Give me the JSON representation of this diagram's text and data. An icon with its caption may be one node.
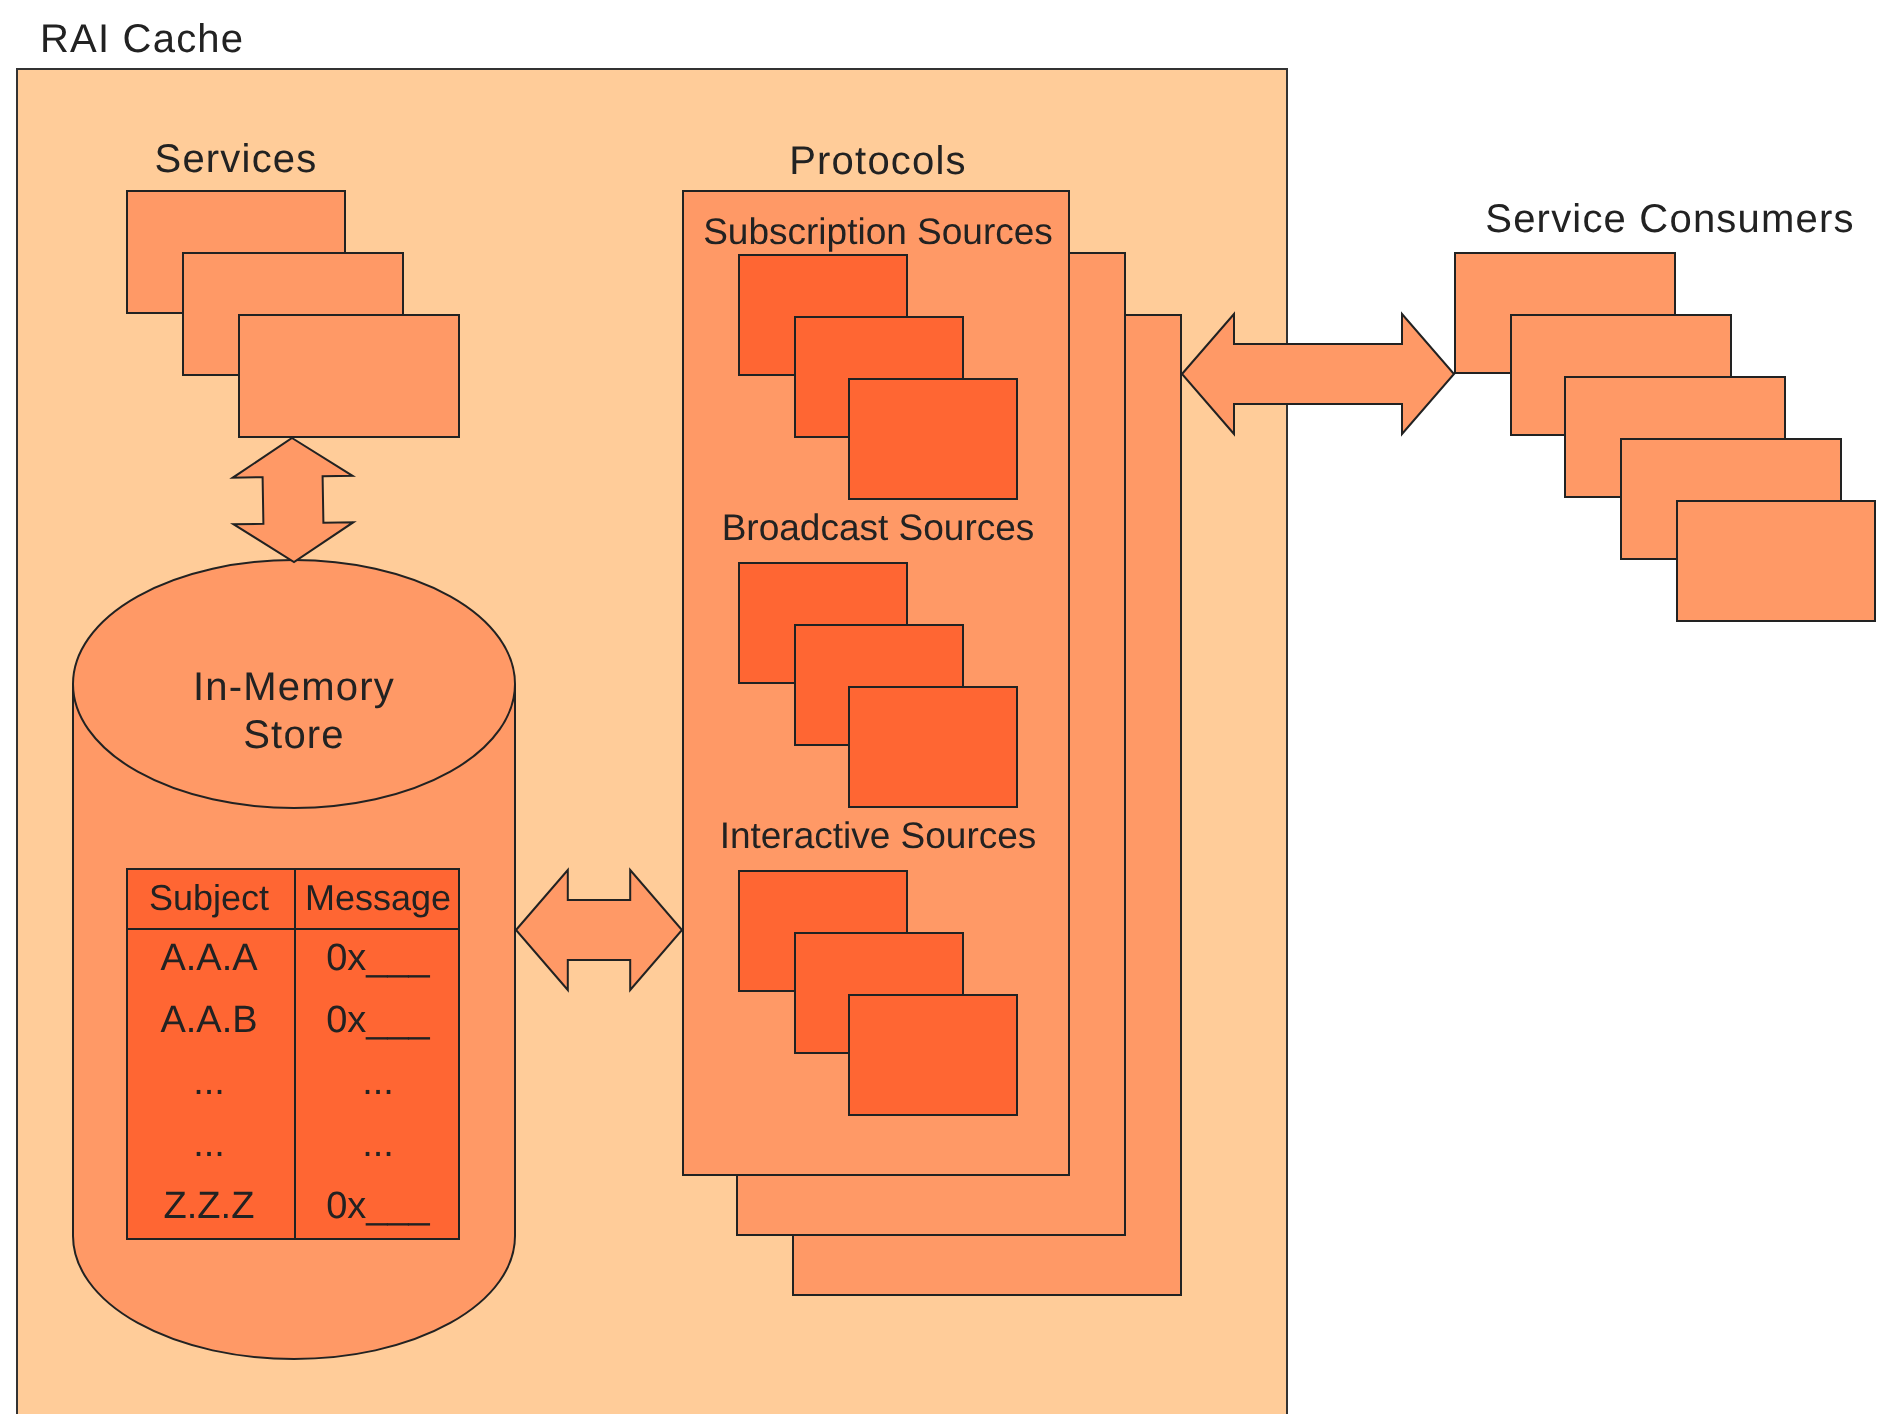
{
  "diagram": {
    "nodes": [
      {
        "text": [
          "RAI Cache"
        ]
      },
      {
        "text": [
          "Services"
        ],
        "in": 0
      },
      {
        "text": [
          "In-Memory Store"
        ],
        "in": 0
      },
      {
        "text": [
          "Protocols"
        ],
        "in": 0
      },
      {
        "text": [
          "Subscription Sources"
        ],
        "in": 3
      },
      {
        "text": [
          "Broadcast Sources"
        ],
        "in": 3
      },
      {
        "text": [
          "Interactive Sources"
        ],
        "in": 3
      },
      {
        "text": [
          "Service Consumers"
        ]
      }
    ],
    "edges": [
      {
        "from": 1,
        "to": 2,
        "arrow": "both"
      },
      {
        "from": 2,
        "to": 3,
        "arrow": "both"
      },
      {
        "from": 3,
        "to": 7,
        "arrow": "both"
      }
    ],
    "labels": [
      "Subject",
      "Message",
      "A.A.A",
      "0x___",
      "A.A.B",
      "0x___",
      "...",
      "...",
      "...",
      "...",
      "Z.Z.Z",
      "0x___"
    ]
  }
}
